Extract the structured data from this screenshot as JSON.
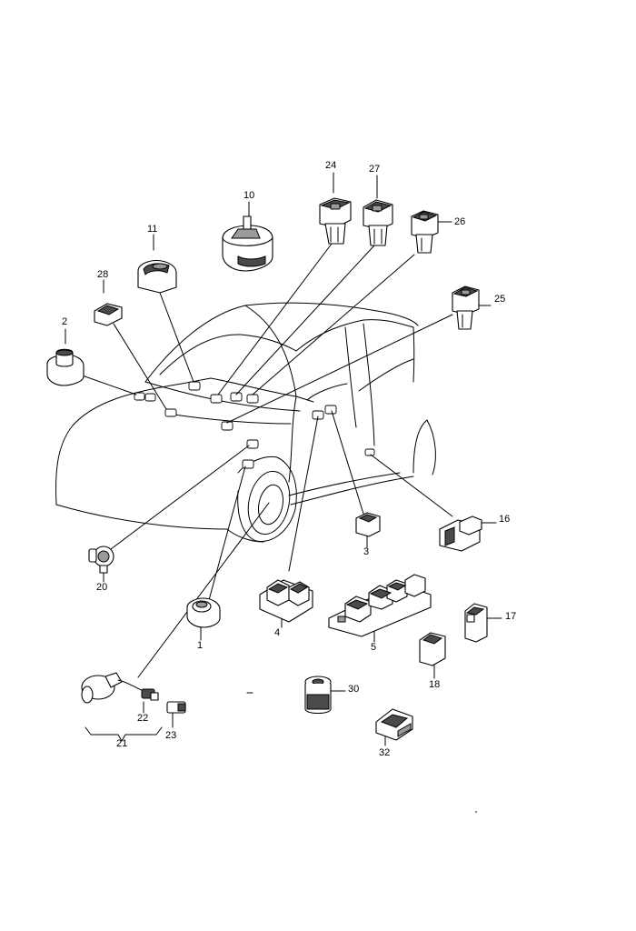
{
  "callouts": {
    "n1": "1",
    "n2": "2",
    "n3": "3",
    "n4": "4",
    "n5": "5",
    "n10": "10",
    "n11": "11",
    "n16": "16",
    "n17": "17",
    "n18": "18",
    "n20": "20",
    "n21": "21",
    "n22": "22",
    "n23": "23",
    "n24": "24",
    "n25": "25",
    "n26": "26",
    "n27": "27",
    "n28": "28",
    "n30": "30",
    "n32": "32"
  },
  "colors": {
    "line": "#000000",
    "background": "#ffffff",
    "shade": "#4a4a4a"
  }
}
